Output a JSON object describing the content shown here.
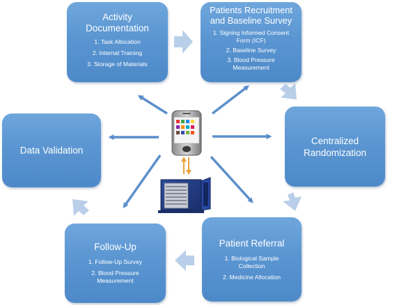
{
  "boxes": {
    "activity": {
      "title": "Activity Documentation",
      "items": [
        "1. Task Allocation",
        "2. Internal Training",
        "3. Storage of Materials"
      ]
    },
    "recruitment": {
      "title": "Patients Recruitment and Baseline Survey",
      "items": [
        "1. Signing Informed Consent Form (ICF)",
        "2. Baseline Survey",
        "3. Blood Pressure Measurement"
      ]
    },
    "randomization": {
      "title": "Centralized Randomization"
    },
    "referral": {
      "title": "Patient Referral",
      "items": [
        "1. Biological Sample Collection",
        "2. Medicine Allocation"
      ]
    },
    "followup": {
      "title": "Follow-Up",
      "items": [
        "1. Follow-Up Survey",
        "2. Blood Pressure Measurement"
      ]
    },
    "validation": {
      "title": "Data Validation"
    }
  },
  "colors": {
    "box": "#5b96d2",
    "arrow": "#5b8fcb",
    "cycle_arrow": "#b9cfe9"
  },
  "center_icons": [
    "smartphone-icon",
    "server-cabinet-icon"
  ]
}
